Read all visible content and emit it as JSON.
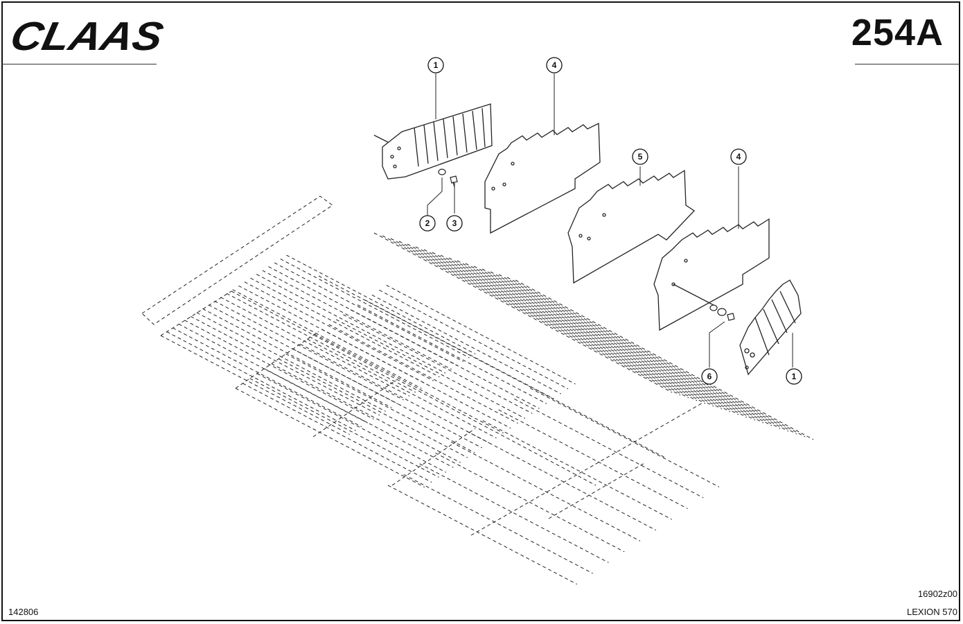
{
  "header": {
    "brand": "CLAAS",
    "page_number": "254A"
  },
  "callouts": [
    {
      "label": "1"
    },
    {
      "label": "2"
    },
    {
      "label": "3"
    },
    {
      "label": "4"
    },
    {
      "label": "5"
    },
    {
      "label": "4"
    },
    {
      "label": "6"
    },
    {
      "label": "1"
    }
  ],
  "footer": {
    "doc_id": "142806",
    "drawing_id": "16902z00",
    "model": "LEXION 570"
  },
  "icons": [
    "brand-logo",
    "comb-plate-icon",
    "finger-plate-icon",
    "sieve-grid-icon"
  ],
  "colors": {
    "ink": "#111111",
    "paper": "#ffffff"
  }
}
